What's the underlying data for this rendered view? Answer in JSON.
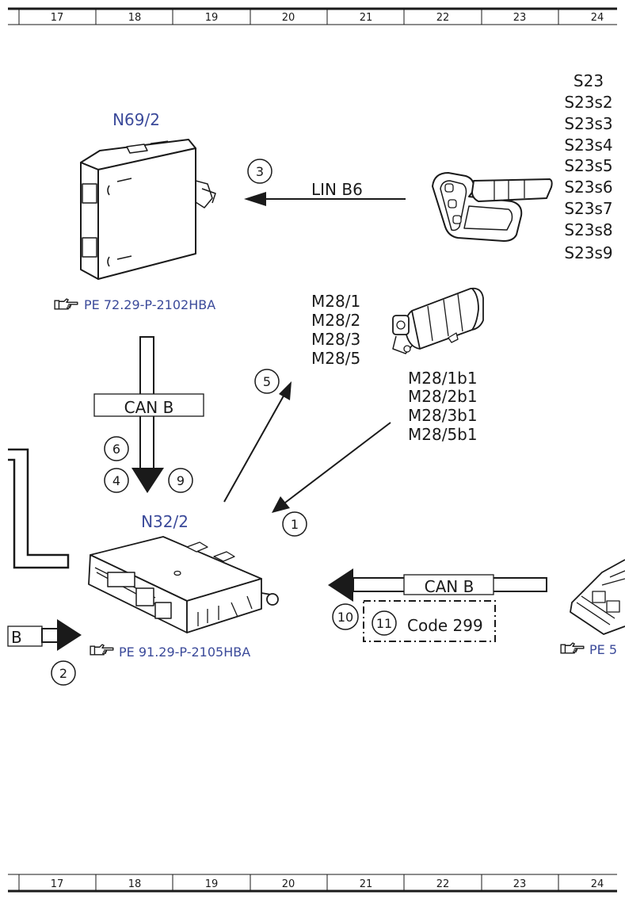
{
  "grid": {
    "columns": [
      "17",
      "18",
      "19",
      "20",
      "21",
      "22",
      "23",
      "24"
    ]
  },
  "components": {
    "n69_2": {
      "label": "N69/2",
      "ref": "PE 72.29-P-2102HBA"
    },
    "n32_2": {
      "label": "N32/2",
      "ref": "PE 91.29-P-2105HBA"
    },
    "switch_labels": [
      "S23",
      "S23s2",
      "S23s3",
      "S23s4",
      "S23s5",
      "S23s6",
      "S23s7",
      "S23s8",
      "S23s9"
    ],
    "motor_labels": [
      "M28/1",
      "M28/2",
      "M28/3",
      "M28/5"
    ],
    "sensor_labels": [
      "M28/1b1",
      "M28/2b1",
      "M28/3b1",
      "M28/5b1"
    ],
    "right_ref": "PE 5"
  },
  "signals": {
    "lin": "LIN B6",
    "can_vertical": "CAN B",
    "can_right": "CAN B",
    "can_left_partial": "B",
    "code_box": "Code 299"
  },
  "callouts": {
    "c1": "1",
    "c2": "2",
    "c3": "3",
    "c4": "4",
    "c5": "5",
    "c6": "6",
    "c9": "9",
    "c10": "10",
    "c11": "11"
  },
  "colors": {
    "ink": "#1a1a1a",
    "reference_blue": "#3b4a9a"
  },
  "icons": {
    "reference_marker": "pointing-hand-icon"
  }
}
